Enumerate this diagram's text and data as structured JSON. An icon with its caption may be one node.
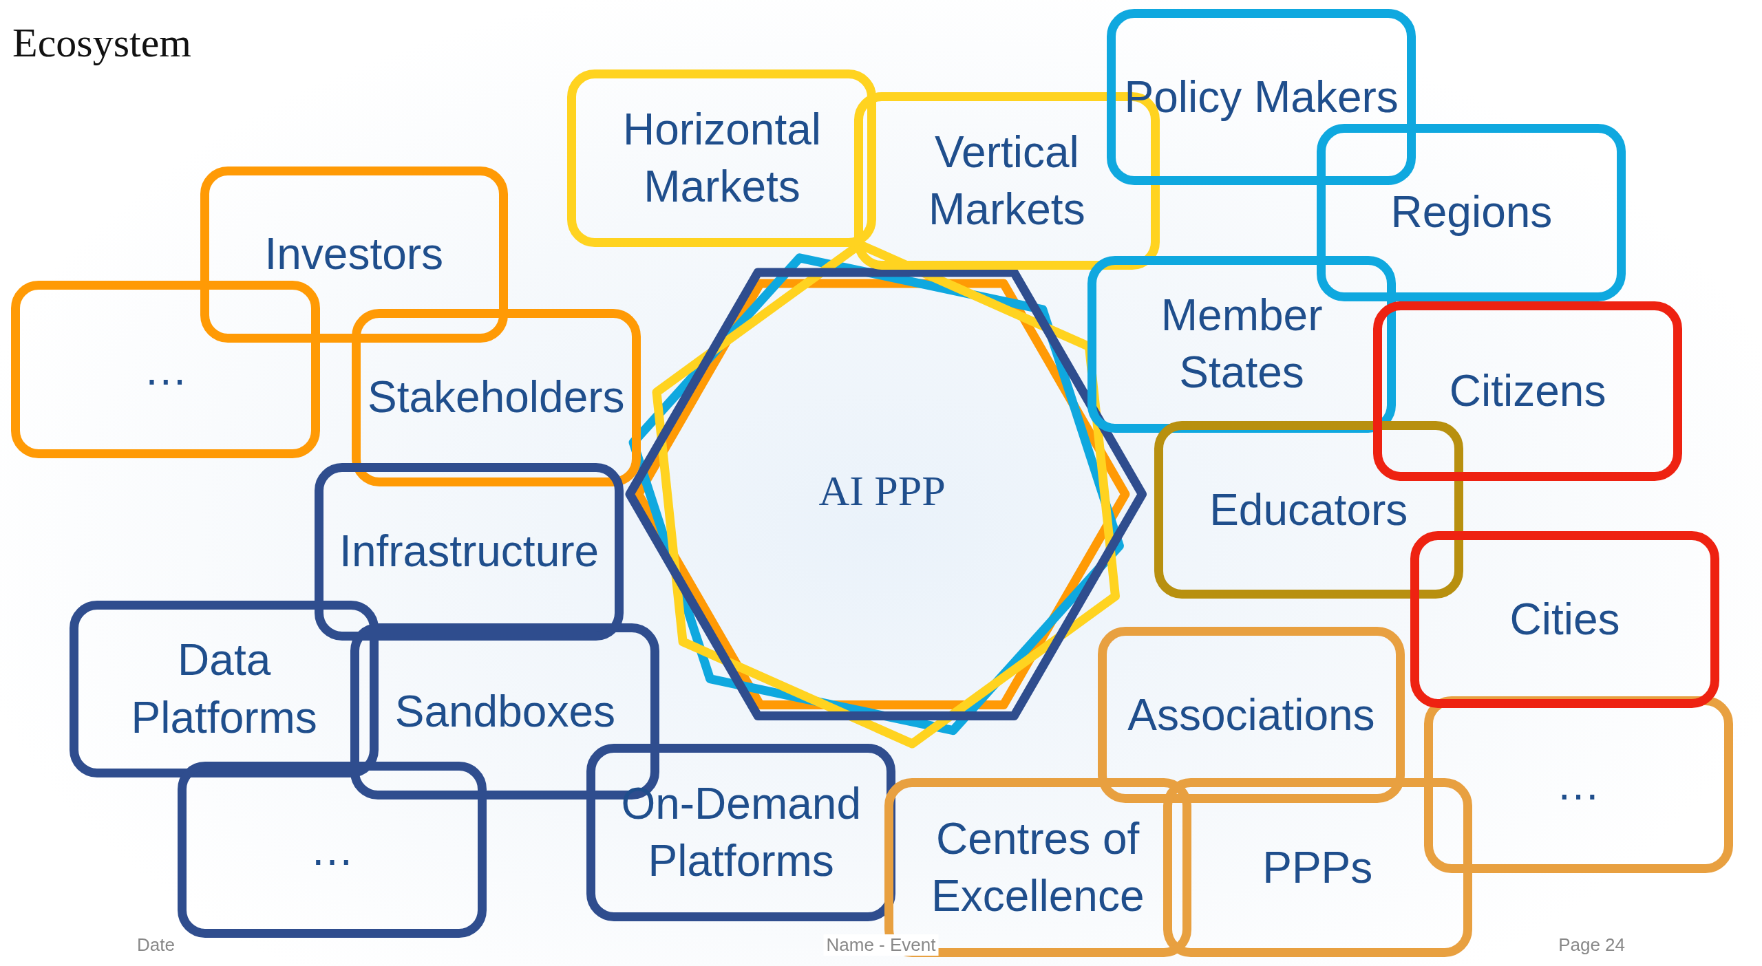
{
  "diagram": {
    "title": "Ecosystem",
    "nodes": [
      {
        "text": [
          "Policy Makers"
        ]
      },
      {
        "text": [
          "Horizontal Markets"
        ]
      },
      {
        "text": [
          "Vertical Markets"
        ]
      },
      {
        "text": [
          "Regions"
        ]
      },
      {
        "text": [
          "Investors"
        ]
      },
      {
        "text": [
          "Member States"
        ]
      },
      {
        "text": [
          "Citizens"
        ]
      },
      {
        "text": [
          "…"
        ]
      },
      {
        "text": [
          "Stakeholders"
        ]
      },
      {
        "text": [
          "AI PPP"
        ]
      },
      {
        "text": [
          "Educators"
        ]
      },
      {
        "text": [
          "Infrastructure"
        ]
      },
      {
        "text": [
          "Cities"
        ]
      },
      {
        "text": [
          "Data Platforms"
        ]
      },
      {
        "text": [
          "Sandboxes"
        ]
      },
      {
        "text": [
          "Associations"
        ]
      },
      {
        "text": [
          "…"
        ]
      },
      {
        "text": [
          "…"
        ]
      },
      {
        "text": [
          "On-Demand Platforms"
        ]
      },
      {
        "text": [
          "Centres of Excellence"
        ]
      },
      {
        "text": [
          "PPPs"
        ]
      }
    ],
    "labels": [
      "Date",
      "Name - Event",
      "Page 24"
    ]
  }
}
